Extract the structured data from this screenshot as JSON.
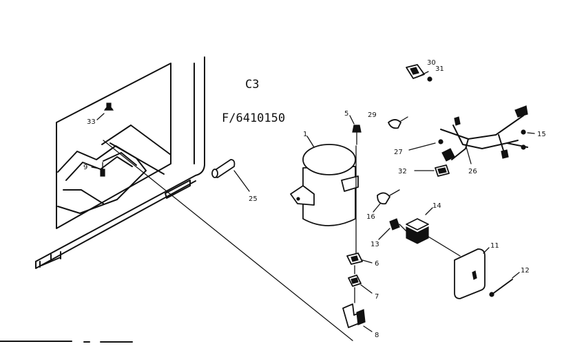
{
  "header": {
    "section_code": "C3",
    "part_number": "F/6410150"
  },
  "parts": {
    "p1": "1",
    "p5": "5",
    "p6": "6",
    "p7": "7",
    "p8": "8",
    "p9": "9",
    "p11": "11",
    "p12": "12",
    "p13": "13",
    "p14": "14",
    "p15": "15",
    "p16": "16",
    "p25": "25",
    "p26": "26",
    "p27": "27",
    "p29": "29",
    "p30": "30",
    "p31": "31",
    "p32": "32",
    "p33": "33"
  }
}
